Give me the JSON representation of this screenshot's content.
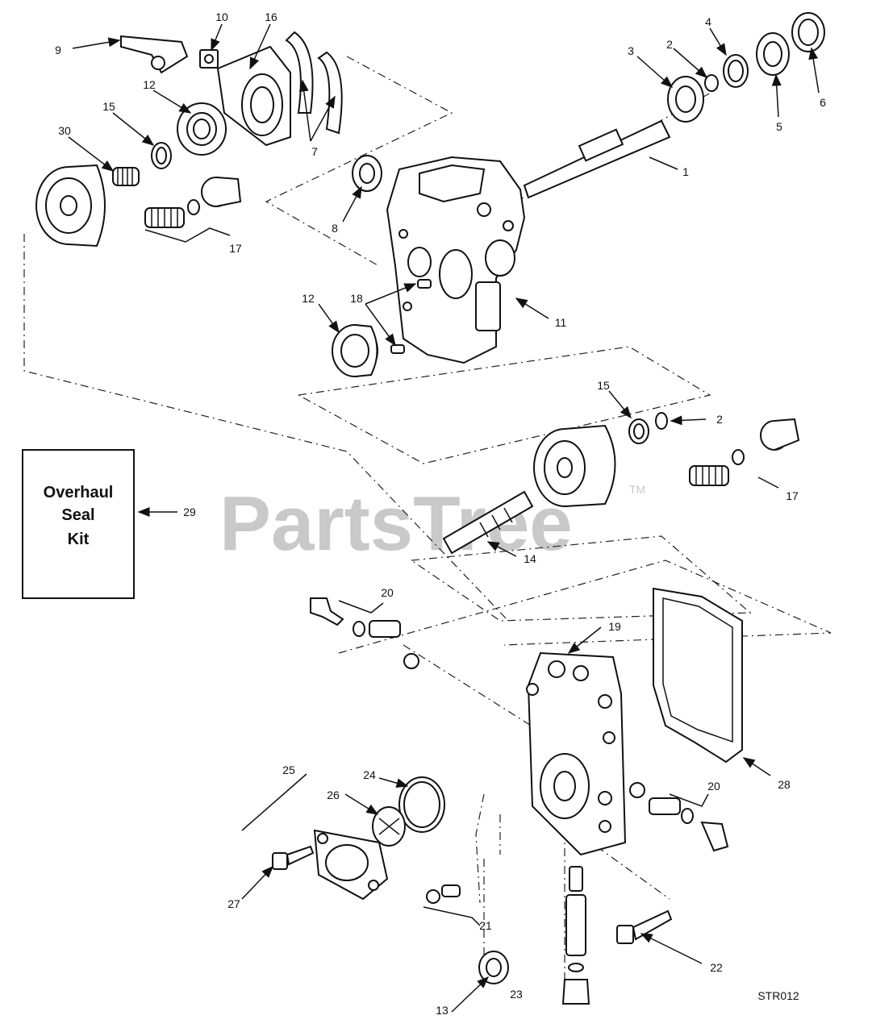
{
  "watermark": {
    "text": "PartsTree",
    "tm": "TM"
  },
  "kit_box": {
    "line1": "Overhaul",
    "line2": "Seal",
    "line3": "Kit"
  },
  "drawing_code": "STR012",
  "callouts": {
    "c1": "1",
    "c2a": "2",
    "c2b": "2",
    "c3": "3",
    "c4": "4",
    "c5": "5",
    "c6": "6",
    "c7": "7",
    "c8": "8",
    "c9": "9",
    "c10": "10",
    "c11": "11",
    "c12a": "12",
    "c12b": "12",
    "c13": "13",
    "c14": "14",
    "c15a": "15",
    "c15b": "15",
    "c16": "16",
    "c17a": "17",
    "c17b": "17",
    "c18": "18",
    "c19": "19",
    "c20a": "20",
    "c20b": "20",
    "c21": "21",
    "c22": "22",
    "c23": "23",
    "c24": "24",
    "c25": "25",
    "c26": "26",
    "c27": "27",
    "c28": "28",
    "c29": "29",
    "c30": "30"
  }
}
